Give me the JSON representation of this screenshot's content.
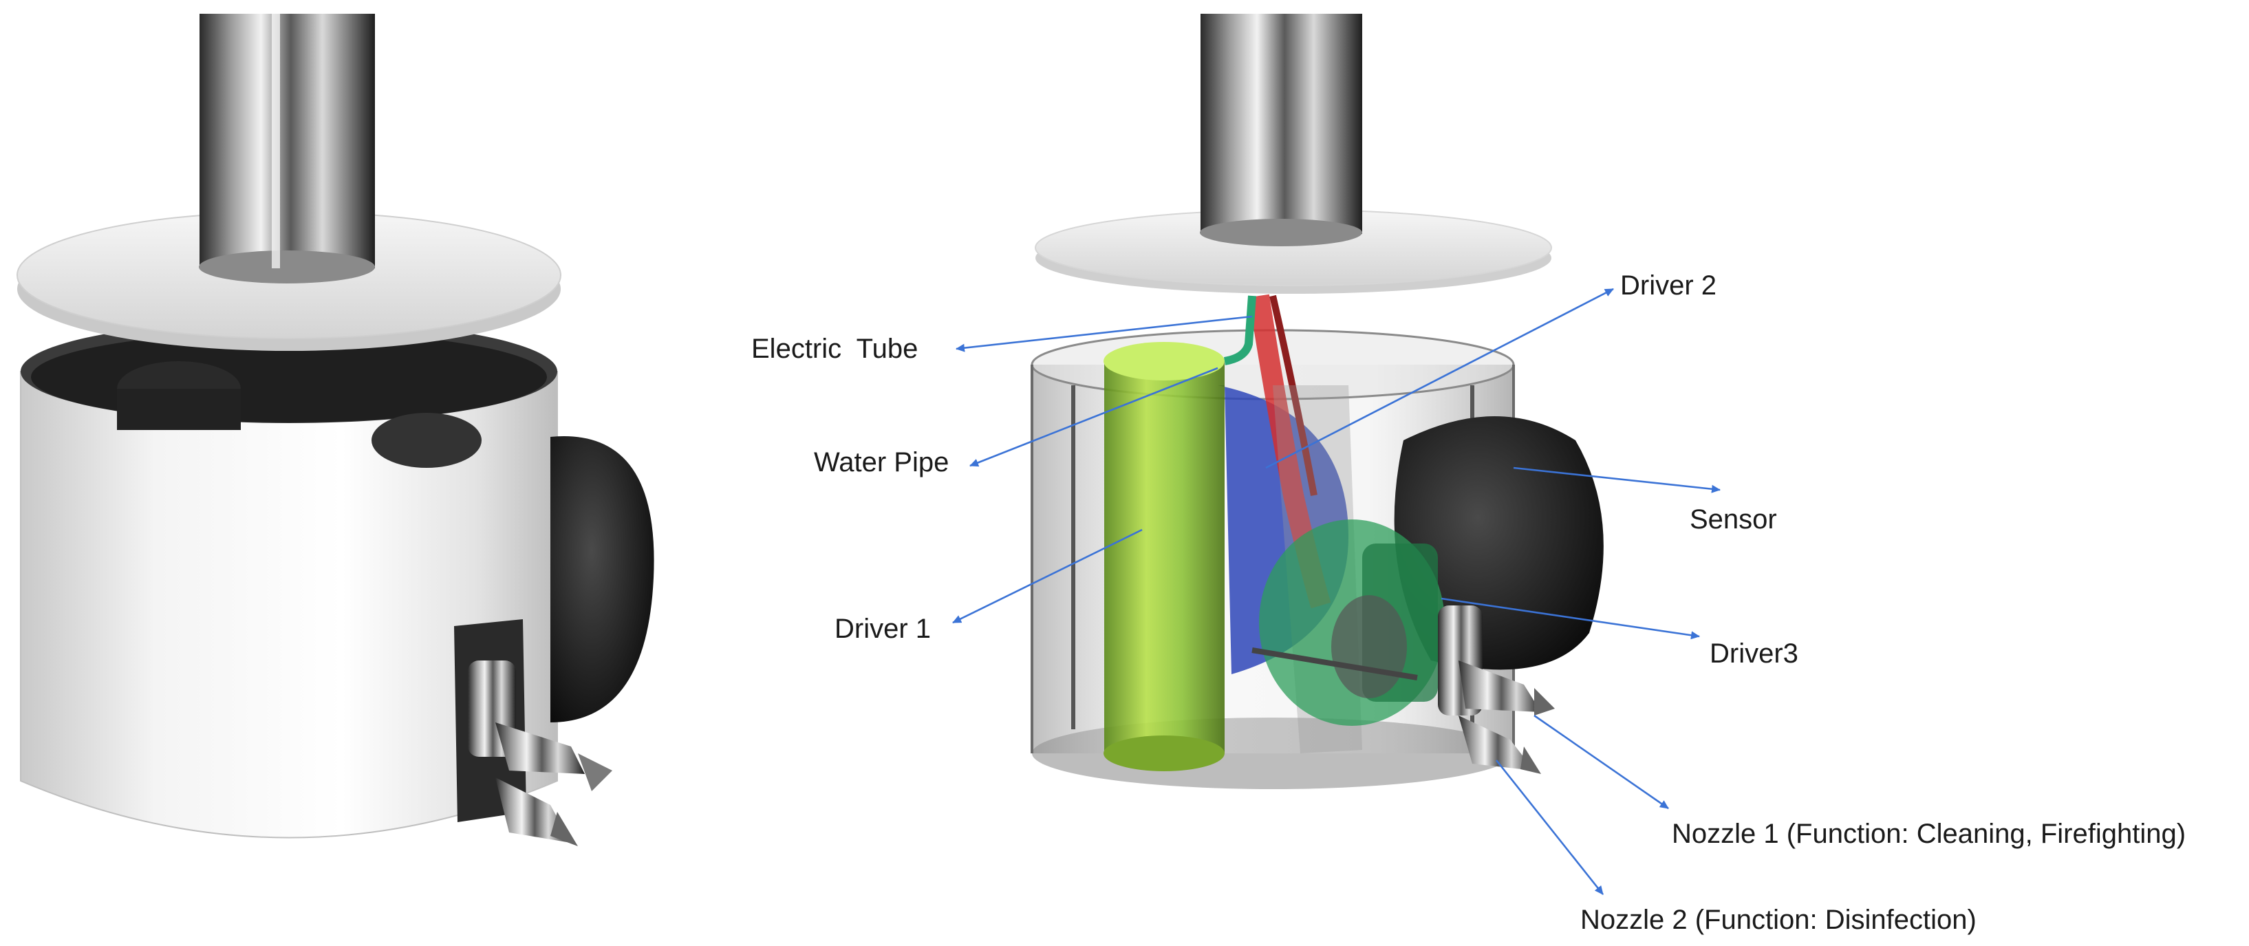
{
  "figure": {
    "labels": {
      "electric_tube": "Electric  Tube",
      "driver_2": "Driver 2",
      "water_pipe": "Water Pipe",
      "sensor": "Sensor",
      "driver_1": "Driver 1",
      "driver_3": "Driver3",
      "nozzle_1": "Nozzle 1 (Function: Cleaning, Firefighting)",
      "nozzle_2": "Nozzle 2 (Function: Disinfection)"
    },
    "colors": {
      "callout_arrow": "#3b73d6",
      "driver_1": "#9acd32",
      "driver_3": "#2e9e5b",
      "sensor": "#1c1c1c",
      "water_pipe": "#3a7bd5",
      "electric_tube": "#d32f2f",
      "housing": "#f1f1f1"
    }
  }
}
